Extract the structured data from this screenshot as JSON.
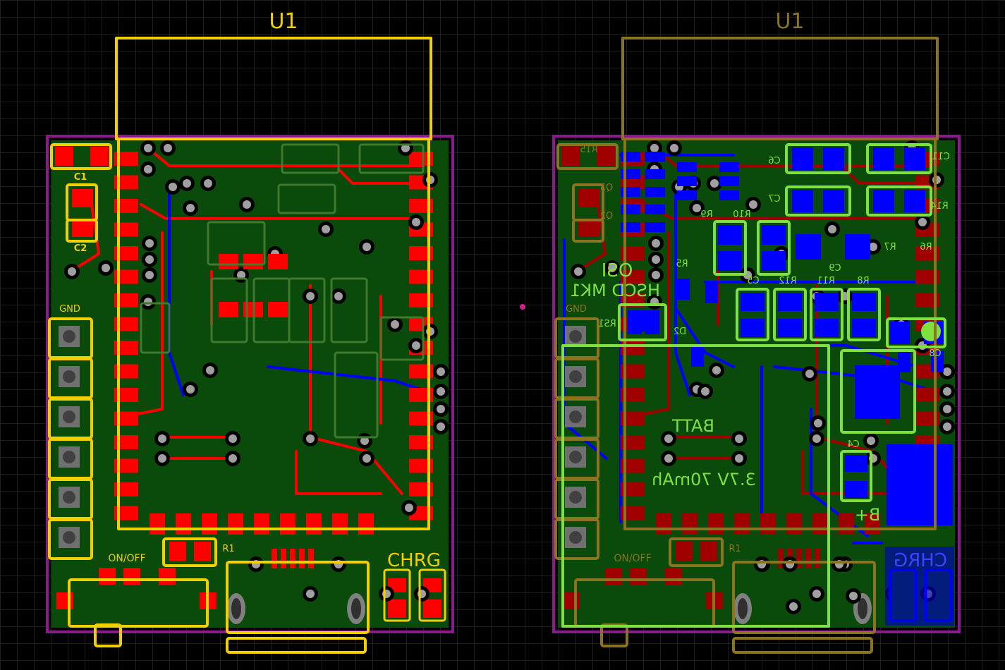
{
  "colors": {
    "background": "#000000",
    "grid": "#3a3a3a",
    "board_outline": "#8b1a8b",
    "copper_fill": "#0a4a0a",
    "top_copper": "#ff0000",
    "bottom_copper": "#0000ff",
    "top_overlay": "#f0d000",
    "top_overlay_dim": "#8a7420",
    "bottom_overlay": "#80e040",
    "via": "#a0a0a0"
  },
  "left_board": {
    "module_label": "U1",
    "labels": {
      "c1": "C1",
      "c2": "C2",
      "gnd": "GND",
      "on_off": "ON/OFF",
      "r1": "R1",
      "chrg": "CHRG"
    }
  },
  "right_board": {
    "module_label": "U1",
    "labels": {
      "r15": "R15",
      "q3": "Q3",
      "q2": "Q2",
      "c6": "C6",
      "c7": "C7",
      "c11": "C11",
      "r14": "R14",
      "r9": "R9",
      "r10": "R10",
      "r5": "R5",
      "r7": "R7",
      "r6": "R6",
      "c9": "C9",
      "c5": "C5",
      "r12": "R12",
      "r11": "R11",
      "r8": "R8",
      "c8": "C8",
      "d2": "D2",
      "rs1": "RS1",
      "osi": "OSI",
      "hscd": "HSCD MK1",
      "gnd": "GND",
      "batt": "BATT",
      "capacity": "3.7V 70mAh",
      "c4": "C4",
      "b_plus": "B+",
      "chrg": "CHRG",
      "on_off": "ON/OFF",
      "r1": "R1"
    }
  }
}
